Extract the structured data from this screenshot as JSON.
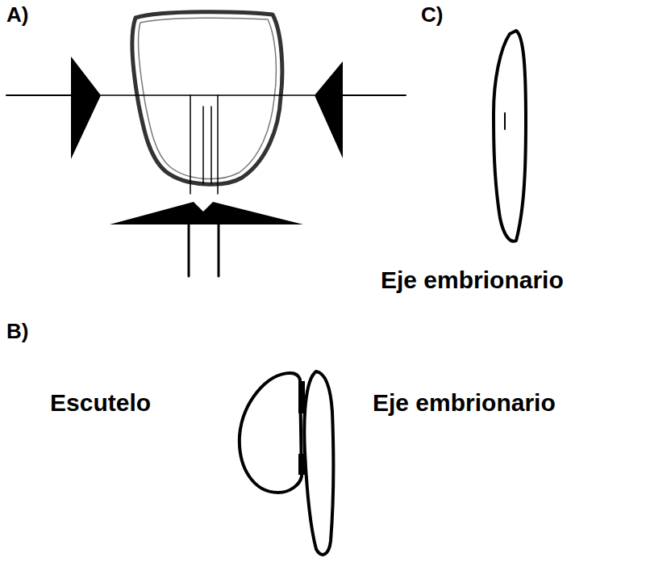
{
  "diagram": {
    "labels": [
      "A)",
      "C)",
      "Eje embrionario",
      "B)",
      "Escutelo",
      "Eje embrionario"
    ]
  }
}
